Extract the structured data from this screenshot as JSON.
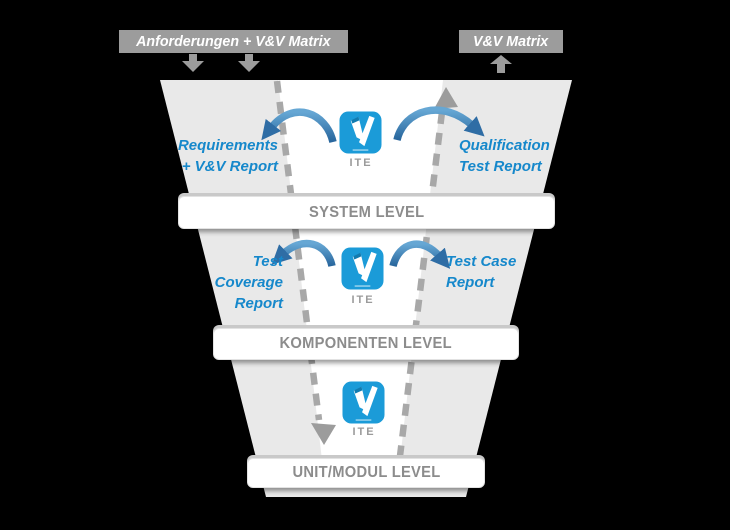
{
  "top_inputs": {
    "left_label": "Anforderungen + V&V Matrix",
    "right_label": "V&V Matrix"
  },
  "funnel": {
    "levels": [
      {
        "label": "SYSTEM LEVEL"
      },
      {
        "label": "KOMPONENTEN LEVEL"
      },
      {
        "label": "UNIT/MODUL LEVEL"
      }
    ]
  },
  "reports": {
    "system_left": {
      "lines": [
        "Requirements",
        "+ V&V Report"
      ]
    },
    "system_right": {
      "lines": [
        "Qualification",
        "Test Report"
      ]
    },
    "komponenten_left": {
      "lines": [
        "Test",
        "Coverage",
        "Report"
      ]
    },
    "komponenten_right": {
      "lines": [
        "Test Case",
        "Report"
      ]
    }
  },
  "logo": {
    "caption": "ITE"
  },
  "colors": {
    "background": "#000000",
    "label_box_gray": "#9c9c9c",
    "funnel_gray": "#e9e9e9",
    "channel_white": "#ffffff",
    "dash_gray": "#a8a8a8",
    "level_text_gray": "#8c8c8c",
    "report_text_blue": "#1688cb",
    "flow_arrow_blue_dark": "#27659c",
    "flow_arrow_blue_light": "#66a7d4",
    "logo_blue": "#1b9bd8"
  }
}
